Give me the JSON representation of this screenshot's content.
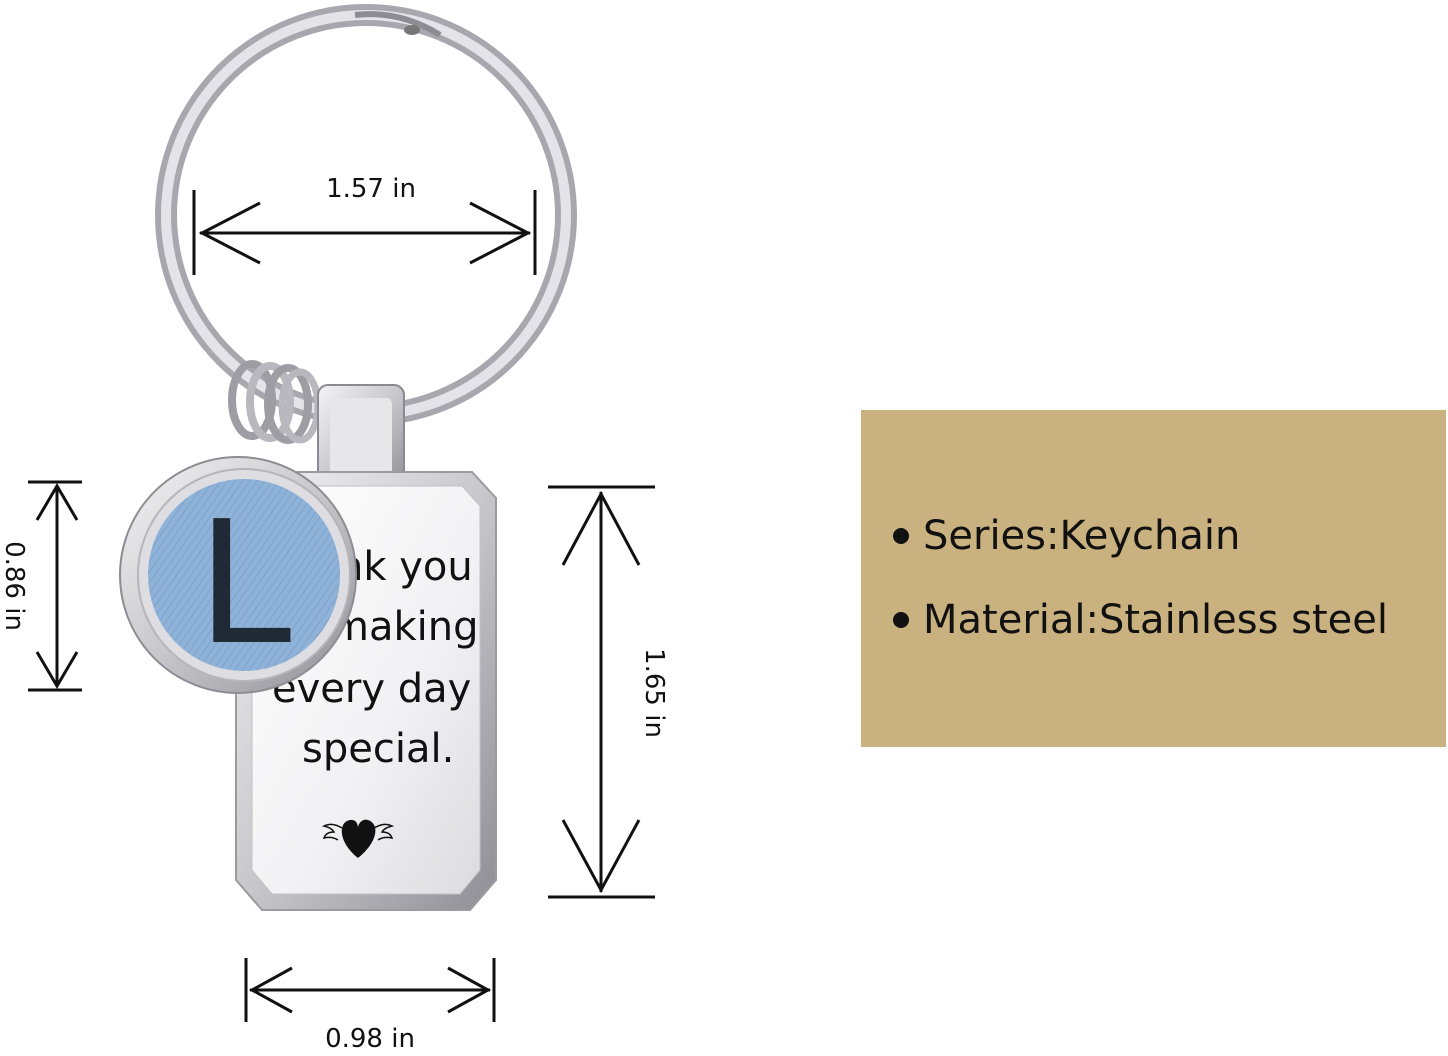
{
  "dimensions": {
    "ring_diameter": "1.57 in",
    "charm_diameter": "0.86 in",
    "tag_height": "1.65 in",
    "tag_width": "0.98 in"
  },
  "charm": {
    "letter": "L",
    "color": "#8fb3d8"
  },
  "tag_engraving": {
    "lines": [
      "nk you",
      "making",
      "every day",
      "special."
    ]
  },
  "specs": {
    "background": "#c9b27f",
    "items": [
      {
        "text": "Series:Keychain"
      },
      {
        "text": "Material:Stainless steel"
      }
    ]
  }
}
